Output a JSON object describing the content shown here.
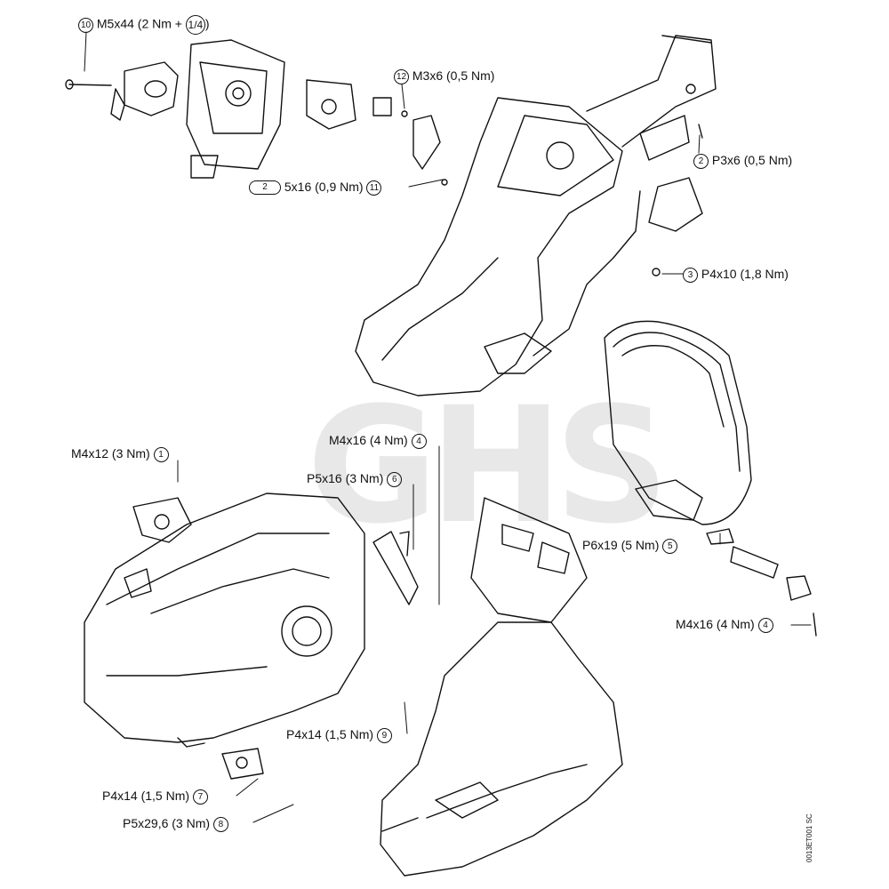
{
  "watermark": "GHS",
  "drawing_code": "0013ET001 SC",
  "callouts": {
    "c10": {
      "num": "10",
      "spec": "M5x44 (2 Nm +",
      "frac": "1/4",
      "close": ")"
    },
    "c12": {
      "num": "12",
      "spec": "M3x6 (0,5 Nm)"
    },
    "c2a": {
      "num": "2",
      "spec": "P3x6 (0,5 Nm)"
    },
    "c11": {
      "pill": "2",
      "spec": "5x16 (0,9 Nm)",
      "num": "11"
    },
    "c3": {
      "num": "3",
      "spec": "P4x10 (1,8 Nm)"
    },
    "c4a": {
      "spec": "M4x16 (4 Nm)",
      "num": "4"
    },
    "c1": {
      "spec": "M4x12 (3 Nm)",
      "num": "1"
    },
    "c6": {
      "spec": "P5x16 (3 Nm)",
      "num": "6"
    },
    "c5": {
      "spec": "P6x19 (5 Nm)",
      "num": "5"
    },
    "c4b": {
      "spec": "M4x16 (4 Nm)",
      "num": "4"
    },
    "c9": {
      "spec": "P4x14 (1,5 Nm)",
      "num": "9"
    },
    "c7": {
      "spec": "P4x14 (1,5 Nm)",
      "num": "7"
    },
    "c8": {
      "spec": "P5x29,6 (3 Nm)",
      "num": "8"
    }
  }
}
